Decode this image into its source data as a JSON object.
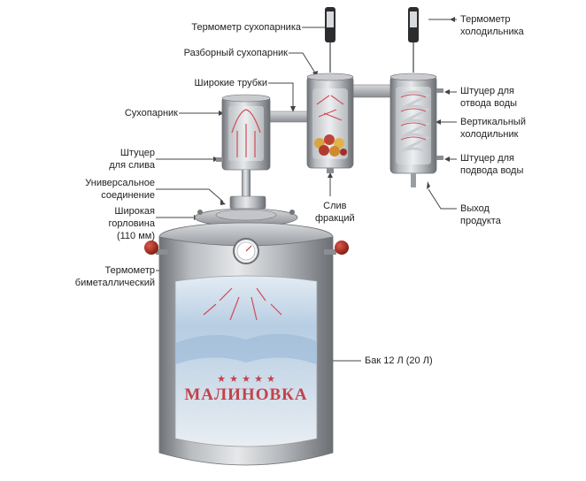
{
  "labels": {
    "thermometer_dry_steamer": "Термометр сухопарника",
    "collapsible_dry_steamer": "Разборный сухопарник",
    "wide_tubes": "Широкие трубки",
    "dry_steamer": "Сухопарник",
    "drain_fitting": [
      "Штуцер",
      "для слива"
    ],
    "universal_connection": [
      "Универсальное",
      "соединение"
    ],
    "wide_neck": [
      "Широкая",
      "горловина",
      "(110 мм)"
    ],
    "bimetal_thermometer": [
      "Термометр",
      "биметаллический"
    ],
    "thermometer_cooler": [
      "Термометр",
      "холодильника"
    ],
    "water_outlet_fitting": [
      "Штуцер для",
      "отвода воды"
    ],
    "vertical_cooler": [
      "Вертикальный",
      "холодильник"
    ],
    "water_inlet_fitting": [
      "Штуцер для",
      "подвода воды"
    ],
    "fraction_drain": [
      "Слив",
      "фракций"
    ],
    "product_outlet": [
      "Выход",
      "продукта"
    ],
    "tank": "Бак 12 Л (20 Л)"
  },
  "brand": {
    "name": "МАЛИНОВКА",
    "stars": 5
  },
  "colors": {
    "steel_dark": "#7d8085",
    "steel_light": "#d9dbde",
    "brand_red": "#c0434c",
    "handle_red": "#9a2a1e",
    "water_blue": "#b9cfe3",
    "arrow_red": "#d24a56"
  }
}
